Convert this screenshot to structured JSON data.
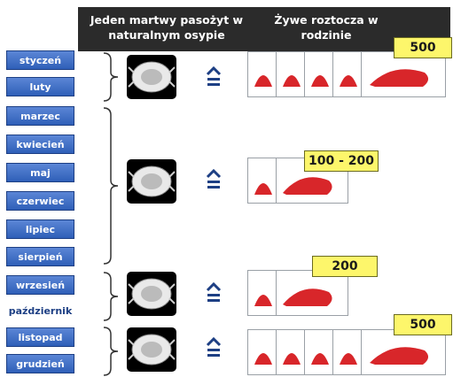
{
  "header": {
    "left_title": "Jeden martwy pasożyt w naturalnym osypie",
    "right_title": "Żywe roztocza w rodzinie"
  },
  "months": [
    "styczeń",
    "luty",
    "marzec",
    "kwiecień",
    "maj",
    "czerwiec",
    "lipiec",
    "sierpień",
    "wrzesień",
    "październik",
    "listopad",
    "grudzień"
  ],
  "highlight_month": "październik",
  "groups": [
    {
      "range": "styczeń–luty",
      "count_label": "500",
      "mites_shown": 5
    },
    {
      "range": "marzec–sierpień",
      "count_label": "100 - 200",
      "mites_shown": 2
    },
    {
      "range": "wrzesień–październik",
      "count_label": "200",
      "mites_shown": 2
    },
    {
      "range": "listopad–grudzień",
      "count_label": "500",
      "mites_shown": 5
    }
  ],
  "colors": {
    "header_bg": "#2b2b2b",
    "month_bg": "#3a68c4",
    "badge_bg": "#fdf66b",
    "mite": "#d8262a",
    "arrow": "#1d3f84"
  },
  "icons": {
    "dead_mite": "varroa-mite-dead-icon",
    "live_mite": "varroa-mite-live-icon",
    "arrow": "greater-equal-arrow-icon"
  }
}
